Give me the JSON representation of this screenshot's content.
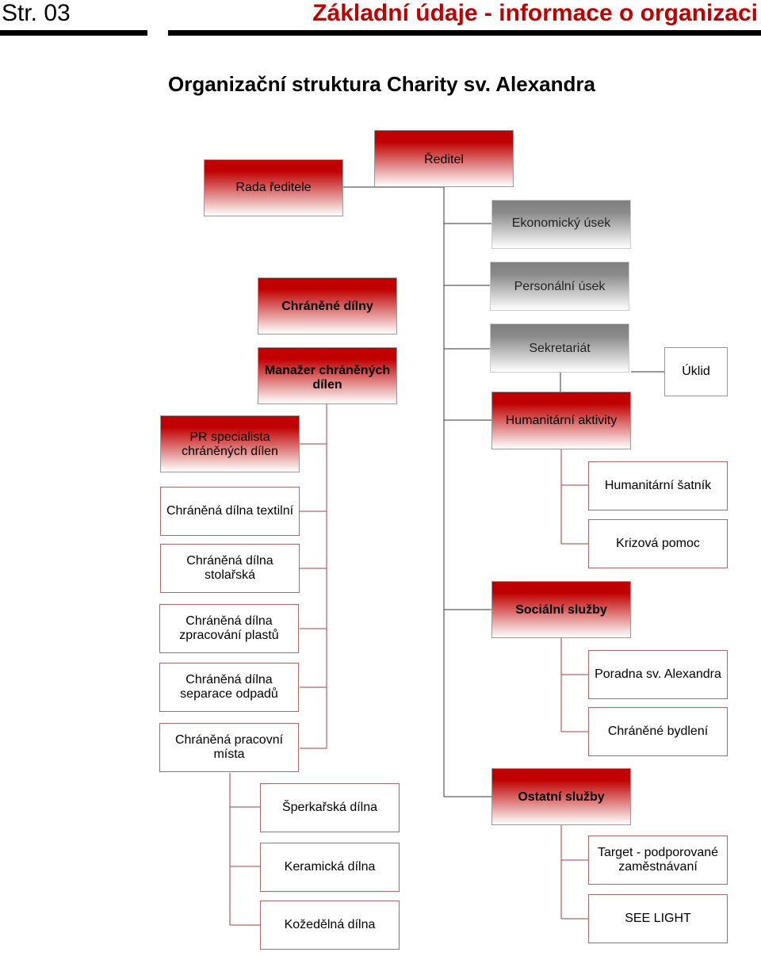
{
  "header": {
    "page_number": "Str. 03",
    "title": "Základní údaje - informace o organizaci"
  },
  "subtitle": "Organizační struktura Charity sv. Alexandra",
  "chart": {
    "director": "Ředitel",
    "board": "Rada ředitele",
    "economic": "Ekonomický úsek",
    "personnel": "Personální úsek",
    "secretariat": "Sekretariát",
    "cleaning": "Úklid",
    "workshops": "Chráněné dílny",
    "workshop_manager": "Manažer chráněných dílen",
    "pr_specialist": "PR specialista chráněných dílen",
    "workshop_items": [
      "Chráněná dílna textilní",
      "Chráněná dílna stolařská",
      "Chráněná dílna zpracování plastů",
      "Chráněná dílna separace odpadů",
      "Chráněná pracovní místa"
    ],
    "workplace_items": [
      "Šperkařská dílna",
      "Keramická dílna",
      "Kožedělná dílna"
    ],
    "humanitarian": "Humanitární aktivity",
    "humanitarian_items": [
      "Humanitární šatník",
      "Krizová pomoc"
    ],
    "social": "Sociální služby",
    "social_items": [
      "Poradna sv. Alexandra",
      "Chráněné bydlení"
    ],
    "other": "Ostatní služby",
    "other_items": [
      "Target - podporované zaměstnávaní",
      "SEE LIGHT"
    ]
  },
  "colors": {
    "accent_red": "#c00000",
    "grey_header": "#7f7f7f",
    "connector_dark": "#333333",
    "connector_red": "#a04040"
  }
}
